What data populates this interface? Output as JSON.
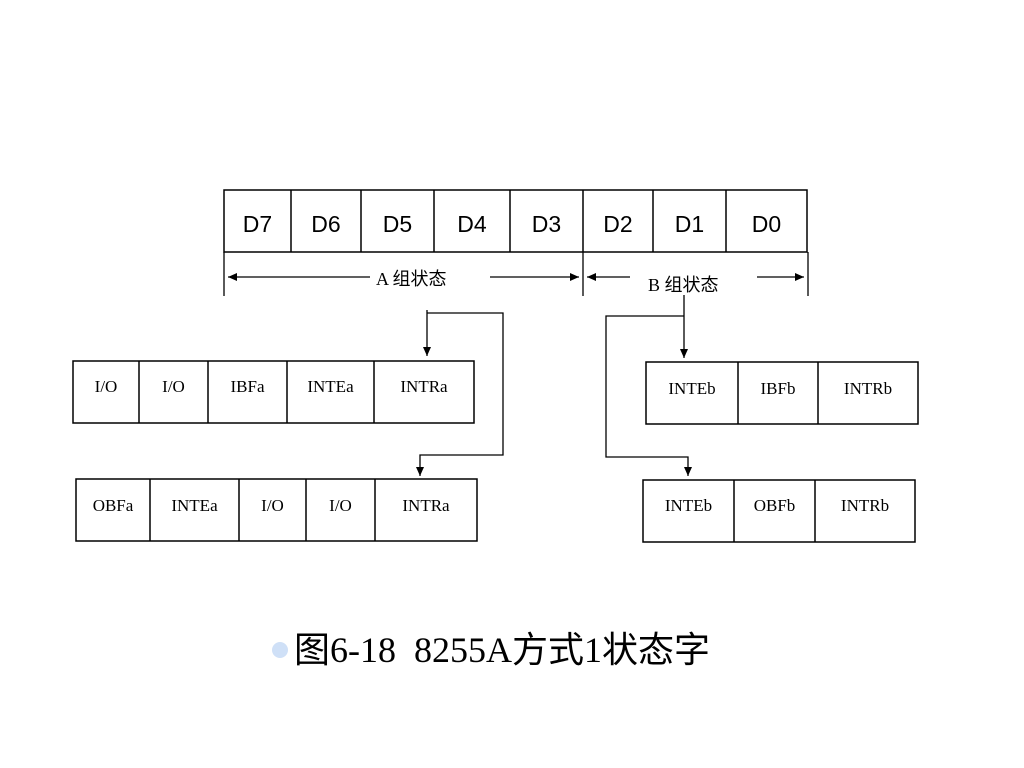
{
  "data_bits": [
    "D7",
    "D6",
    "D5",
    "D4",
    "D3",
    "D2",
    "D1",
    "D0"
  ],
  "group_a_label": "A 组状态",
  "group_b_label": "B 组状态",
  "group_a_input": [
    "I/O",
    "I/O",
    "IBFa",
    "INTEa",
    "INTRa"
  ],
  "group_a_output": [
    "OBFa",
    "INTEa",
    "I/O",
    "I/O",
    "INTRa"
  ],
  "group_b_input": [
    "INTEb",
    "IBFb",
    "INTRb"
  ],
  "group_b_output": [
    "INTEb",
    "OBFb",
    "INTRb"
  ],
  "caption": "图6-18  8255A方式1状态字",
  "colors": {
    "line": "#000000",
    "bullet": "#cfe0f7",
    "background": "#ffffff"
  }
}
